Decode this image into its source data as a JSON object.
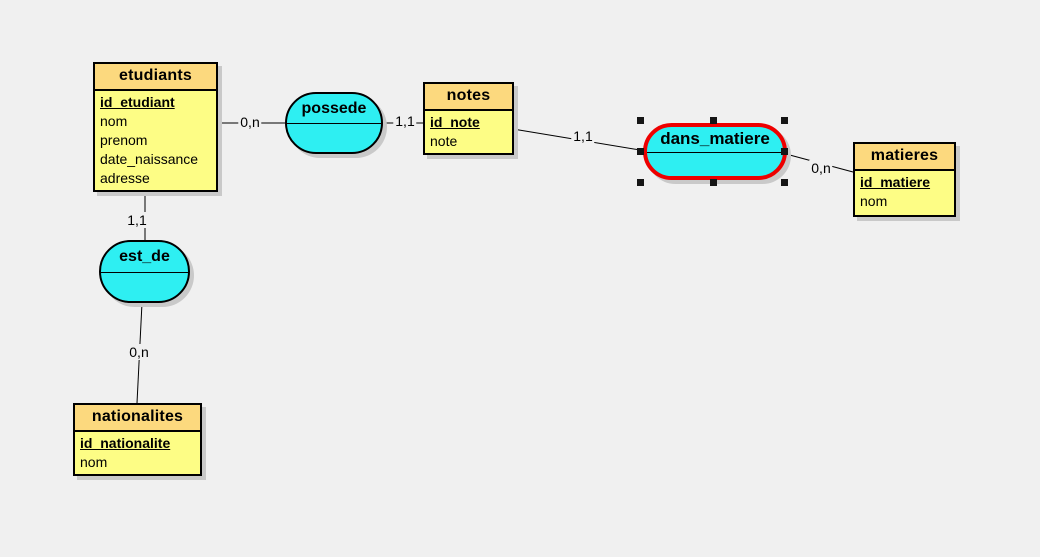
{
  "diagram_type": "merise-er-diagram",
  "colors": {
    "canvas_bg": "#f0f0f0",
    "entity_header_bg": "#fcd97e",
    "entity_body_bg": "#fdfd85",
    "relationship_fill": "#2eeff2",
    "selection_border": "#ee0000",
    "border": "#000000",
    "shadow": "#c9c9c9"
  },
  "entities": [
    {
      "name": "etudiants",
      "attributes": [
        {
          "text": "id_etudiant",
          "pk": true
        },
        {
          "text": "nom",
          "pk": false
        },
        {
          "text": "prenom",
          "pk": false
        },
        {
          "text": "date_naissance",
          "pk": false
        },
        {
          "text": "adresse",
          "pk": false
        }
      ]
    },
    {
      "name": "notes",
      "attributes": [
        {
          "text": "id_note",
          "pk": true
        },
        {
          "text": "note",
          "pk": false
        }
      ]
    },
    {
      "name": "matieres",
      "attributes": [
        {
          "text": "id_matiere",
          "pk": true
        },
        {
          "text": "nom",
          "pk": false
        }
      ]
    },
    {
      "name": "nationalites",
      "attributes": [
        {
          "text": "id_nationalite",
          "pk": true
        },
        {
          "text": "nom",
          "pk": false
        }
      ]
    }
  ],
  "relationships": [
    {
      "name": "possede",
      "selected": false
    },
    {
      "name": "dans_matiere",
      "selected": true
    },
    {
      "name": "est_de",
      "selected": false
    }
  ],
  "cardinalities": [
    {
      "label": "0,n",
      "between": "etudiants-possede"
    },
    {
      "label": "1,1",
      "between": "possede-notes"
    },
    {
      "label": "1,1",
      "between": "notes-dans_matiere"
    },
    {
      "label": "0,n",
      "between": "dans_matiere-matieres"
    },
    {
      "label": "1,1",
      "between": "etudiants-est_de"
    },
    {
      "label": "0,n",
      "between": "est_de-nationalites"
    }
  ]
}
